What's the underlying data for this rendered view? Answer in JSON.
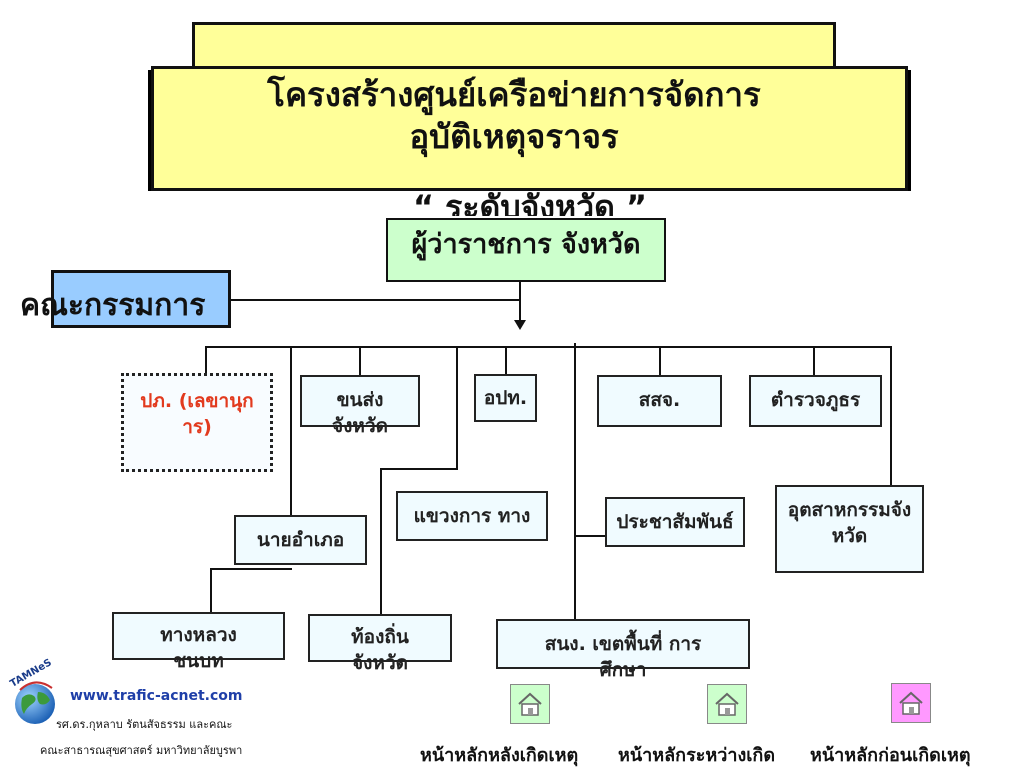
{
  "title": {
    "line1": "โครงสร้างศูนย์เครือข่ายการจัดการ",
    "line2": "อุบัติเหตุจราจร",
    "subtitle": "“ ระดับจังหวัด ”"
  },
  "committee": {
    "label": "คณะกรรมการ"
  },
  "governor": {
    "label": "ผู้ว่าราชการ จังหวัด"
  },
  "nodes": {
    "pk": "ปภ. (เลขานุการ)",
    "transport": "ขนส่ง จังหวัด",
    "obt": "อปท.",
    "ssj": "สสจ.",
    "police": "ตำรวจภูธร",
    "district": "นายอำเภอ",
    "highway": "แขวงการ ทาง",
    "pr": "ประชาสัมพันธ์",
    "industry": "อุตสาหกรรมจังหวัด",
    "rural": "ทางหลวง ชนบท",
    "local": "ท้องถิ่น จังหวัด",
    "edu": "สนง. เขตพื้นที่ การศึกษา"
  },
  "logo": {
    "text": "TAMNeS",
    "url": "www.trafic-acnet.com",
    "author": "รศ.ดร.กุหลาบ รัตนสัจธรรม และคณะ",
    "faculty": "คณะสาธารณสุขศาสตร์ มหาวิทยาลัยบูรพา"
  },
  "nav": [
    {
      "label": "หน้าหลักหลังเกิดเหตุ",
      "icon": "home-icon",
      "color": "#ccffcc"
    },
    {
      "label": "หน้าหลักระหว่างเกิด",
      "icon": "home-icon",
      "color": "#ccffcc"
    },
    {
      "label": "หน้าหลักก่อนเกิดเหตุ",
      "icon": "home-icon",
      "color": "#ff99ff"
    }
  ]
}
